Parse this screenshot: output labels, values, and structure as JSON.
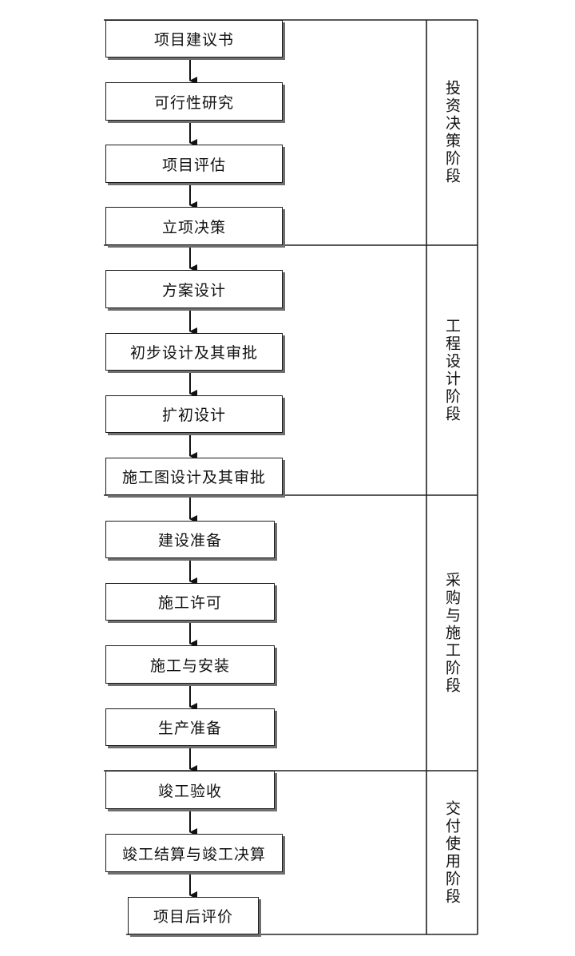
{
  "steps": [
    {
      "label": "项目建议书"
    },
    {
      "label": "可行性研究"
    },
    {
      "label": "项目评估"
    },
    {
      "label": "立项决策"
    },
    {
      "label": "方案设计"
    },
    {
      "label": "初步设计及其审批"
    },
    {
      "label": "扩初设计"
    },
    {
      "label": "施工图设计及其审批"
    },
    {
      "label": "建设准备"
    },
    {
      "label": "施工许可"
    },
    {
      "label": "施工与安装"
    },
    {
      "label": "生产准备"
    },
    {
      "label": "竣工验收"
    },
    {
      "label": "竣工结算与竣工决算"
    },
    {
      "label": "项目后评价"
    }
  ],
  "stages": [
    {
      "label": "投资决策阶段"
    },
    {
      "label": "工程设计阶段"
    },
    {
      "label": "采购与施工阶段"
    },
    {
      "label": "交付使用阶段"
    }
  ]
}
